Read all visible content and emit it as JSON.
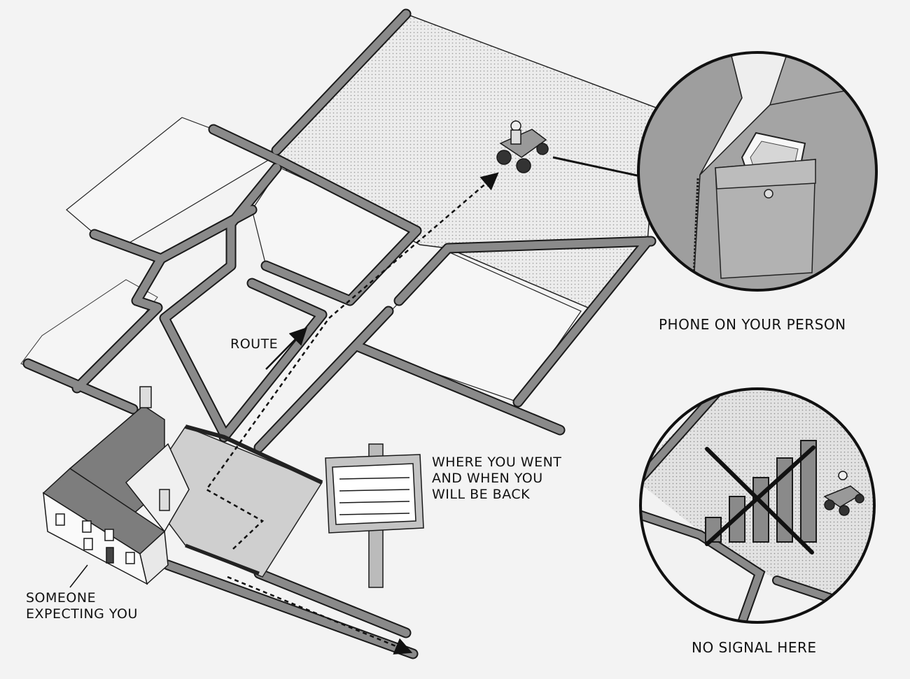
{
  "labels": {
    "route": "ROUTE",
    "where_you_went": "WHERE YOU WENT\nAND WHEN YOU\nWILL BE BACK",
    "someone_expecting": "SOMEONE\nEXPECTING YOU",
    "phone_on_person": "PHONE ON YOUR PERSON",
    "no_signal": "NO SIGNAL HERE"
  },
  "icons": [
    "farmhouse-icon",
    "quad-bike-icon",
    "notice-board-icon",
    "phone-icon",
    "jacket-pocket-icon",
    "signal-bars-icon",
    "cross-icon"
  ],
  "colors": {
    "background": "#f3f3f3",
    "field_dotted": "#e4e4e4",
    "hedge": "#8a8a8a",
    "outline": "#1a1a1a",
    "yard": "#cfcfcf",
    "inset_fill": "#a8a8a8",
    "roof": "#7d7d7d"
  }
}
